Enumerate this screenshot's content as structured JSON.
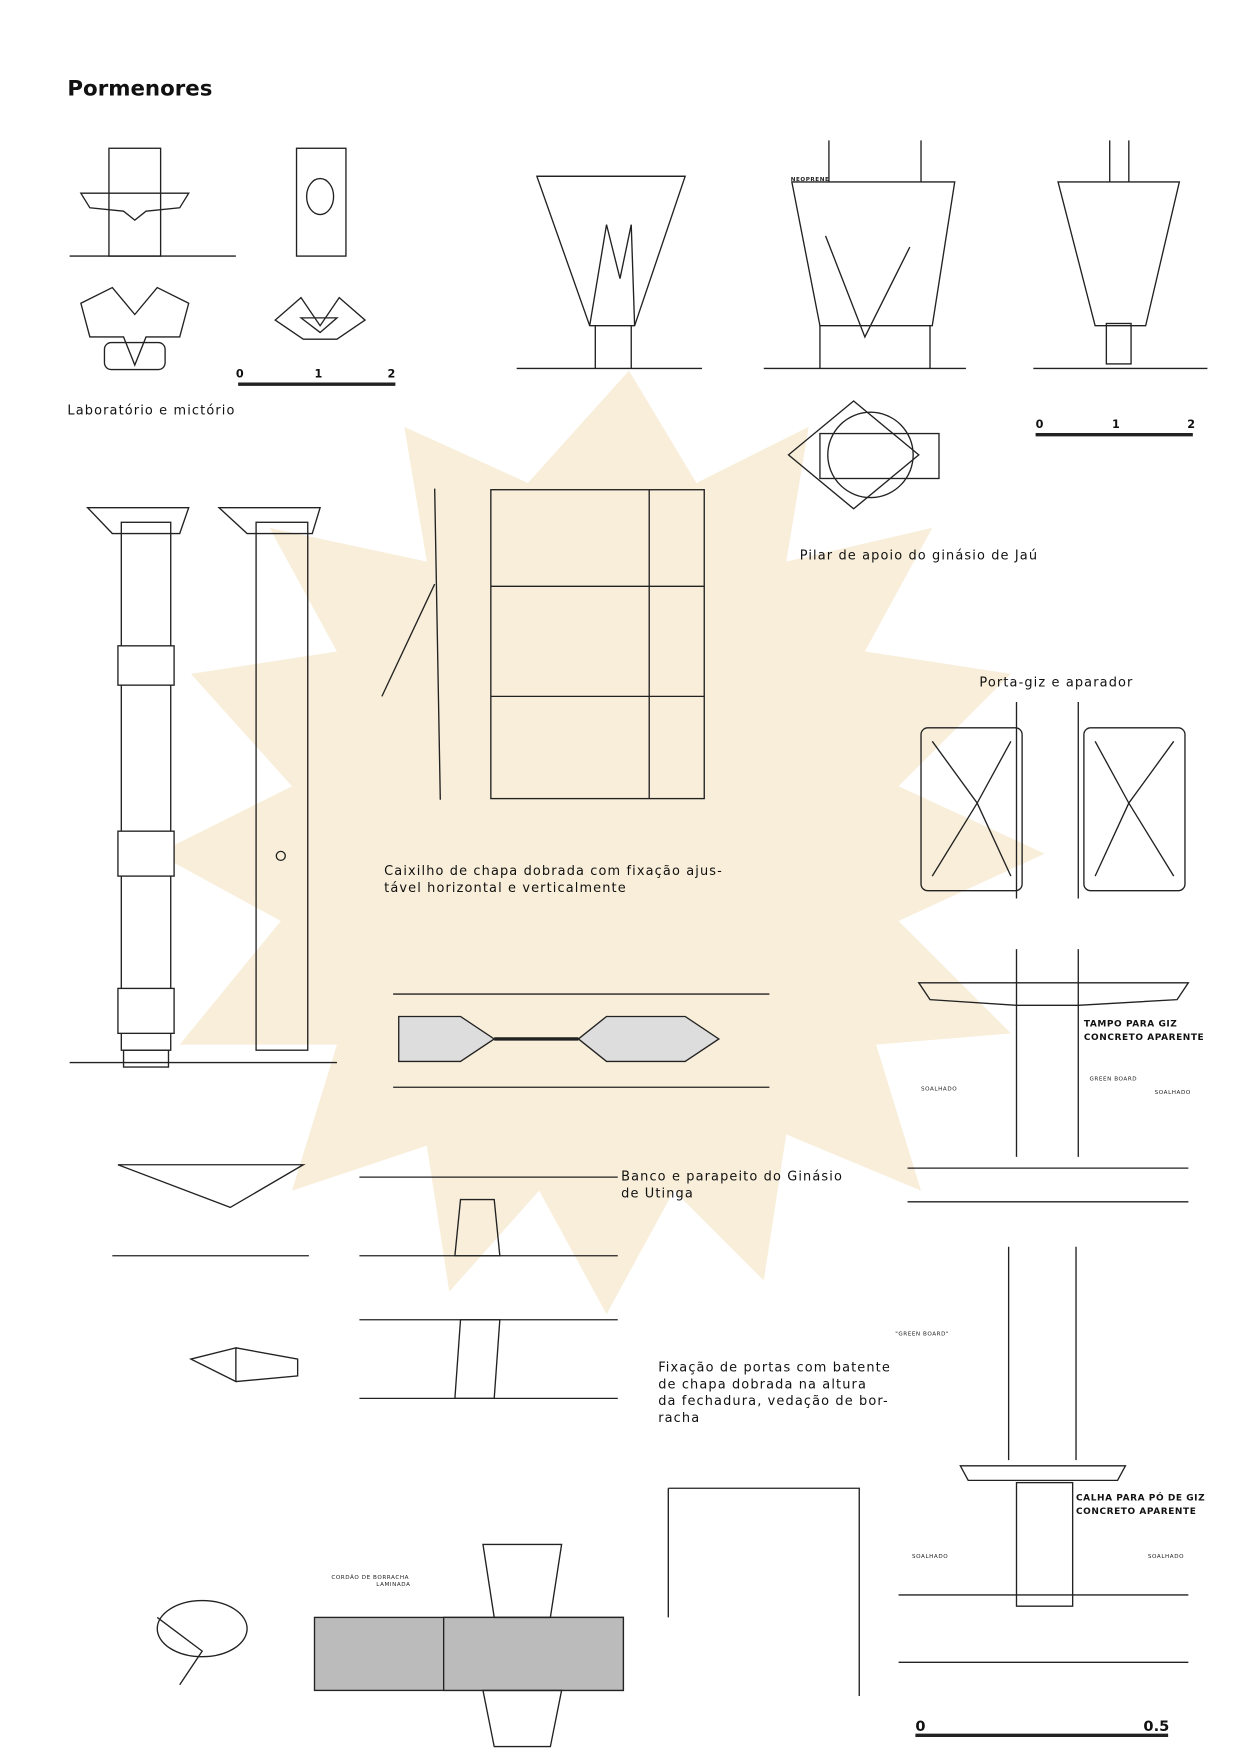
{
  "page": {
    "title": "Pormenores",
    "captions": {
      "lavatorio": "Laboratório e mictório",
      "pilar": "Pilar de apoio do ginásio de Jaú",
      "portagiz": "Porta-giz e aparador",
      "caixilho_1": "Caixilho de chapa dobrada com fixação ajus-",
      "caixilho_2": "tável horizontal e verticalmente",
      "banco_1": "Banco e parapeito do Ginásio",
      "banco_2": "de Utinga",
      "fixacao_1": "Fixação de portas com batente",
      "fixacao_2": "de chapa dobrada na altura",
      "fixacao_3": "da fechadura, vedação de bor-",
      "fixacao_4": "racha"
    },
    "labels": {
      "neoprene": "NEOPRENE",
      "tampo_1": "TAMPO PARA GIZ",
      "tampo_2": "CONCRETO APARENTE",
      "calha_1": "CALHA PARA PÓ DE GIZ",
      "calha_2": "CONCRETO APARENTE",
      "green_board": "GREEN BOARD",
      "green_board_2": "\"GREEN BOARD\"",
      "soalhado": "SOALHADO",
      "cordao_1": "CORDÃO DE BORRACHA",
      "cordao_2": "LAMINADA"
    },
    "scales": {
      "s1": [
        "0",
        "1",
        "2"
      ],
      "s2": [
        "0",
        "1",
        "2"
      ],
      "s3": [
        "0",
        "0.5"
      ]
    },
    "watermark_color": "#f3e6c4"
  }
}
